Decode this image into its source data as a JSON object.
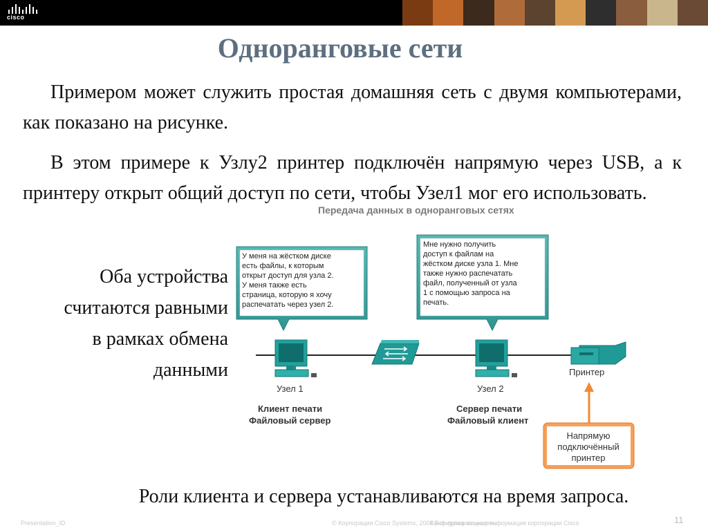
{
  "header": {
    "logo_text": "cisco",
    "photo_colors": [
      "#7a3b12",
      "#c0682a",
      "#3c2a1c",
      "#b06b3b",
      "#5b4330",
      "#d59a52",
      "#2e2e2e",
      "#8a5d3e",
      "#c9b68d",
      "#6b4a35"
    ]
  },
  "slide": {
    "title": "Одноранговые сети",
    "paragraph1": "Примером может служить простая домашняя сеть с двумя компьютерами, как показано на рисунке.",
    "paragraph2": "В этом примере к Узлу2 принтер подключён напрямую через USB, а к принтеру открыт общий доступ по сети, чтобы Узел1 мог его использовать.",
    "side_lines": [
      "Оба устройства",
      "считаются равными",
      "в рамках обмена",
      "данными"
    ],
    "bottom_text": "Роли клиента и сервера устанавливаются на время запроса."
  },
  "diagram": {
    "title": "Передача данных в одноранговых сетях",
    "bubble1_lines": [
      "У меня на жёстком диске",
      "есть файлы, к которым",
      "открыт доступ для узла 2.",
      "У меня также есть",
      "страница, которую я хочу",
      "распечатать через узел 2."
    ],
    "bubble2_lines": [
      "Мне нужно получить",
      "доступ к файлам на",
      "жёстком диске узла 1. Мне",
      "также нужно распечатать",
      "файл, полученный от узла",
      "1 с помощью запроса на",
      "печать."
    ],
    "host1_label": "Узел 1",
    "host2_label": "Узел 2",
    "printer_label": "Принтер",
    "host1_role": [
      "Клиент печати",
      "Файловый сервер"
    ],
    "host2_role": [
      "Сервер печати",
      "Файловый клиент"
    ],
    "printer_note_lines": [
      "Напрямую",
      "подключённый",
      "принтер"
    ],
    "colors": {
      "bubble_fill": "#3ca6a2",
      "device": "#1f9a96",
      "arrow": "#f08a33"
    }
  },
  "footer": {
    "presentation_id": "Presentation_ID",
    "copyright": "© Корпорация Cisco Systems, 2008 Все права защищены",
    "confidential": "Конфиденциальная информация корпорации Cisco",
    "page_number": "11"
  }
}
